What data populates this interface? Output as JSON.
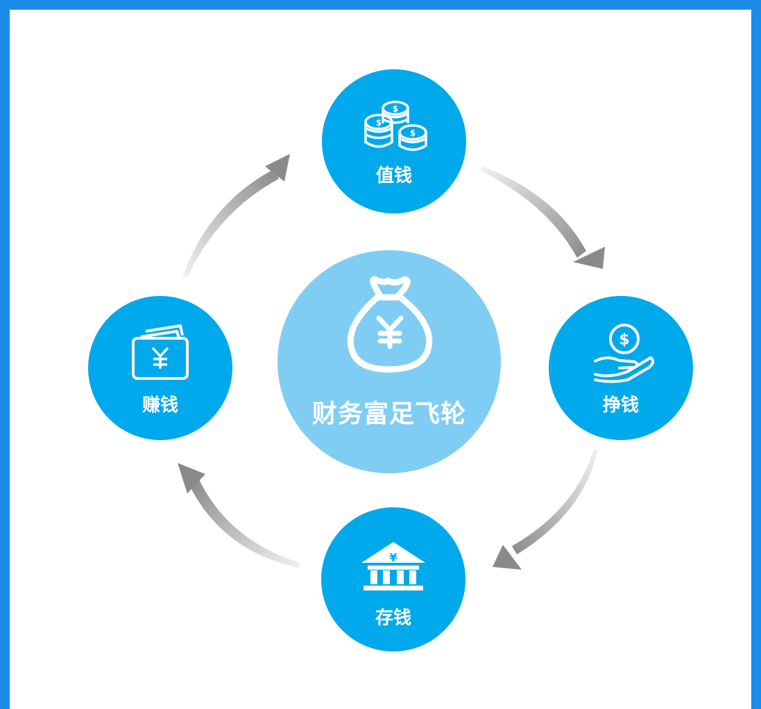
{
  "center": {
    "label": "财务富足飞轮",
    "icon": "money-bag-icon"
  },
  "nodes": {
    "top": {
      "label": "值钱",
      "icon": "coin-stacks-icon"
    },
    "right": {
      "label": "挣钱",
      "icon": "coin-in-hand-icon"
    },
    "bottom": {
      "label": "存钱",
      "icon": "bank-icon"
    },
    "left": {
      "label": "赚钱",
      "icon": "wallet-icon"
    }
  },
  "colors": {
    "border": "#1a8be8",
    "node": "#00a9eb",
    "center": "#80cdf3",
    "arrow": "#9a9a9a"
  }
}
